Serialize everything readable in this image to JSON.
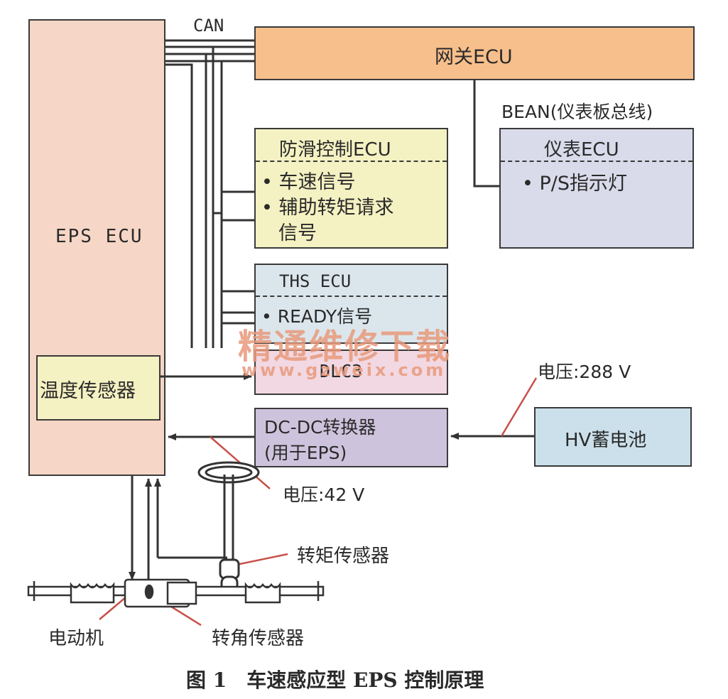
{
  "diagram": {
    "can_label": "CAN",
    "bean_label": "BEAN(仪表板总线)",
    "eps_ecu": "EPS ECU",
    "temp_sensor": "温度传感器",
    "gateway_ecu": "网关ECU",
    "abs_ecu": {
      "title": "防滑控制ECU",
      "item1": "• 车速信号",
      "item2": "• 辅助转矩请求",
      "item2b": "信号"
    },
    "meter_ecu": {
      "title": "仪表ECU",
      "item1": "• P/S指示灯"
    },
    "ths_ecu": {
      "title": "THS ECU",
      "item1": "• READY信号"
    },
    "dlc3": "DLC3",
    "dcdc": {
      "line1": "DC-DC转换器",
      "line2": "(用于EPS)"
    },
    "hv_battery": "HV蓄电池",
    "voltage_288": "电压:288 V",
    "voltage_42": "电压:42 V",
    "torque_sensor": "转矩传感器",
    "motor": "电动机",
    "angle_sensor": "转角传感器",
    "watermark_cn": "精通维修下载",
    "watermark_url": "www.gzweix.com"
  },
  "caption": "图 1　车速感应型 EPS 控制原理",
  "colors": {
    "eps_fill": "#f6d6c6",
    "gateway_fill": "#f7bf8b",
    "abs_fill": "#f4f1c2",
    "meter_fill": "#d9daea",
    "ths_fill": "#dbe6ec",
    "dlc3_fill": "#f2d8e2",
    "dcdc_fill": "#cec3dc",
    "hv_fill": "#cbe0ea",
    "temp_fill": "#f4f1c2",
    "leader_red": "#c8504a",
    "watermark": "#e89a7c"
  }
}
